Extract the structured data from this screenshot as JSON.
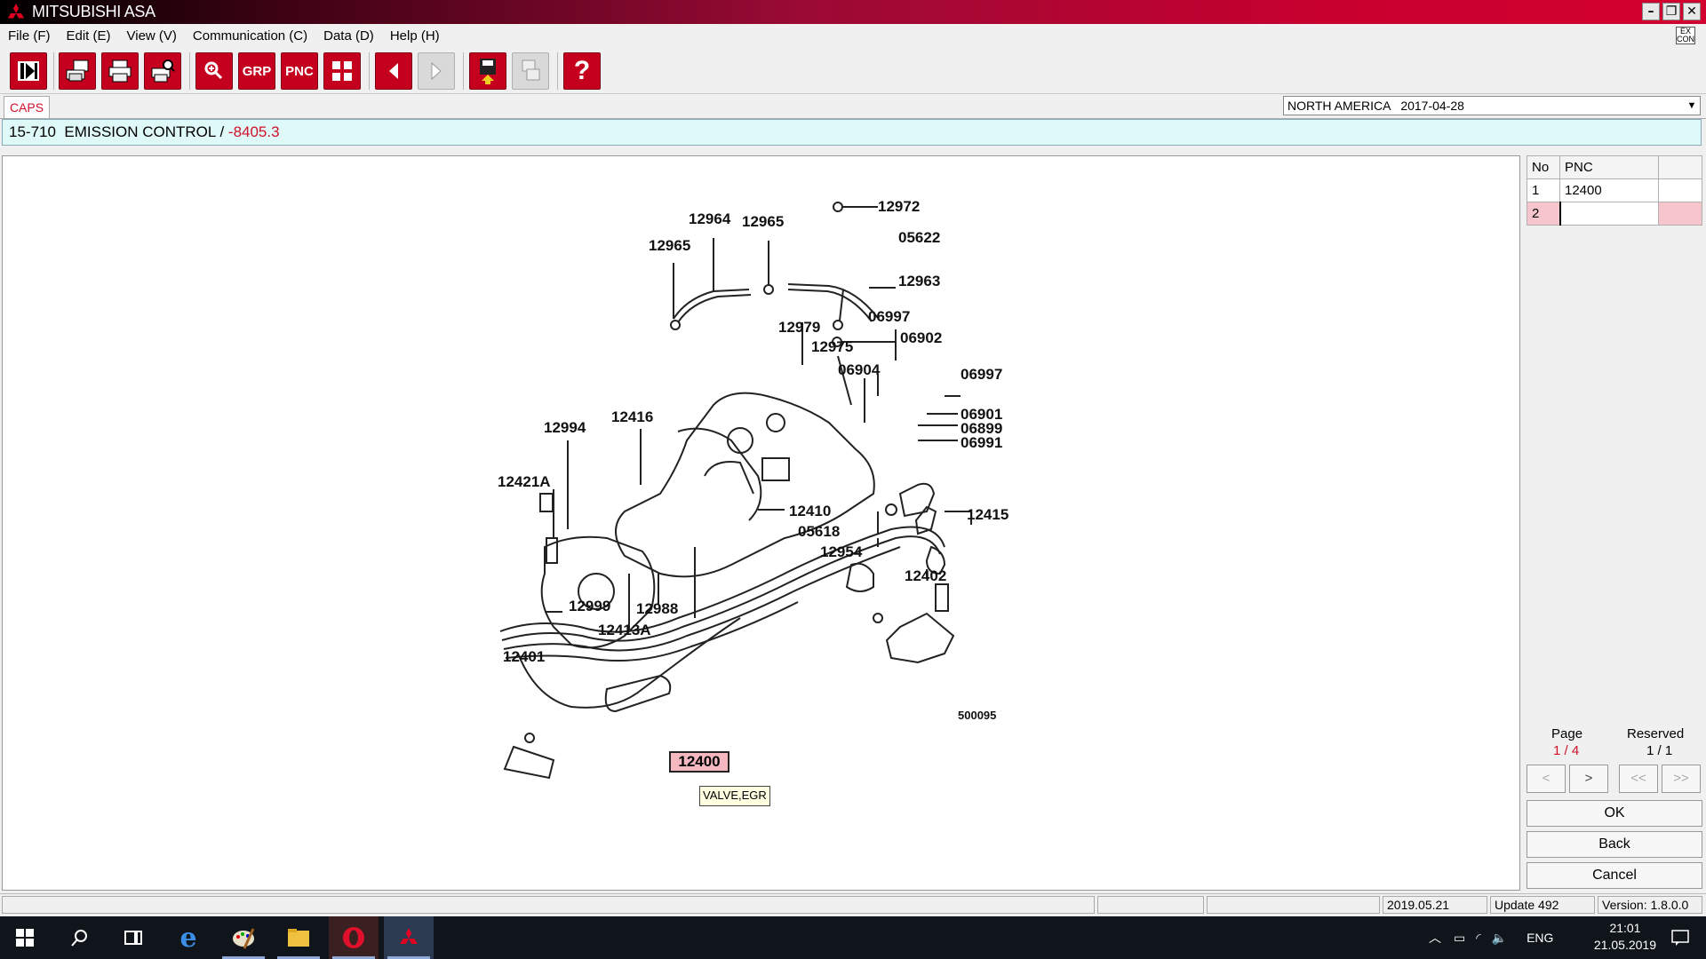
{
  "window": {
    "title": "MITSUBISHI ASA",
    "controls": [
      "minimize",
      "restore",
      "close"
    ]
  },
  "menu": {
    "items": [
      "File (F)",
      "Edit (E)",
      "View (V)",
      "Communication (C)",
      "Data (D)",
      "Help (H)"
    ]
  },
  "toolbar": {
    "buttons": [
      {
        "name": "exit-icon",
        "enabled": true
      },
      {
        "name": "print-screen-icon",
        "enabled": true
      },
      {
        "name": "print-icon",
        "enabled": true
      },
      {
        "name": "print-preview-icon",
        "enabled": true
      },
      {
        "name": "zoom-icon",
        "enabled": true
      },
      {
        "name": "grp-button",
        "label": "GRP",
        "enabled": true
      },
      {
        "name": "pnc-button",
        "label": "PNC",
        "enabled": true
      },
      {
        "name": "grid-icon",
        "enabled": true
      },
      {
        "name": "back-arrow-icon",
        "enabled": true
      },
      {
        "name": "forward-arrow-icon",
        "enabled": false
      },
      {
        "name": "save-icon",
        "enabled": true
      },
      {
        "name": "copy-icon",
        "enabled": false
      },
      {
        "name": "help-icon",
        "label": "?",
        "enabled": true
      }
    ]
  },
  "tabs": {
    "active": "CAPS"
  },
  "region": {
    "value": "NORTH AMERICA   2017-04-28"
  },
  "breadcrumb": {
    "code": "15-710",
    "title": "EMISSION CONTROL /",
    "ref": "-8405.3"
  },
  "diagram": {
    "part_labels": [
      "12964",
      "12965",
      "12965",
      "12972",
      "05622",
      "12963",
      "06997",
      "12979",
      "06902",
      "12975",
      "06904",
      "06997",
      "06901",
      "06899",
      "06991",
      "12416",
      "12994",
      "12421A",
      "12410",
      "12415",
      "05618",
      "12954",
      "12402",
      "12999",
      "12988",
      "12413A",
      "12401"
    ],
    "highlighted": "12400",
    "tooltip": "VALVE,EGR",
    "figure_id": "500095"
  },
  "pnc_table": {
    "headers": [
      "No",
      "PNC"
    ],
    "rows": [
      {
        "no": "1",
        "pnc": "12400"
      },
      {
        "no": "2",
        "pnc": ""
      }
    ]
  },
  "paging": {
    "page_label": "Page",
    "page_value": "1 / 4",
    "reserved_label": "Reserved",
    "reserved_value": "1 / 1",
    "nav": [
      "<",
      ">",
      "<<",
      ">>"
    ]
  },
  "actions": {
    "ok": "OK",
    "back": "Back",
    "cancel": "Cancel"
  },
  "status": {
    "date": "2019.05.21",
    "update": "Update 492",
    "version": "Version: 1.8.0.0"
  },
  "taskbar": {
    "lang": "ENG",
    "time": "21:01",
    "date": "21.05.2019"
  },
  "colors": {
    "accent": "#c4001e",
    "crumb_bg": "#dff8f8",
    "highlight": "#f5b8c0"
  }
}
